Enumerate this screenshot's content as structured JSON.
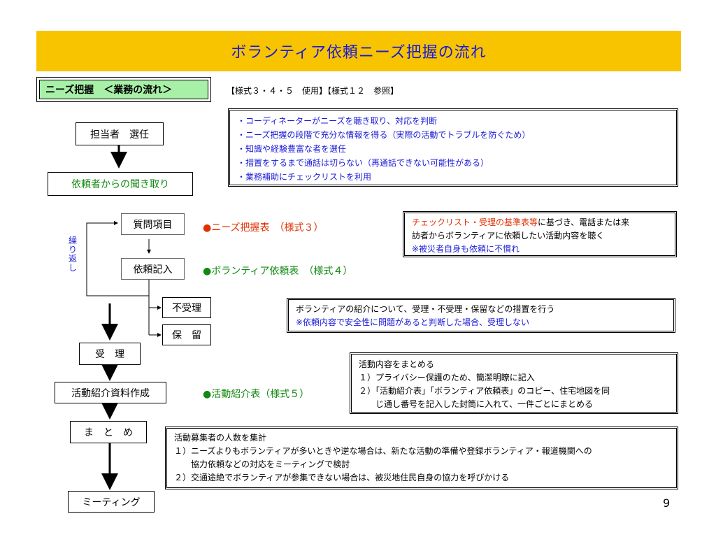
{
  "title": "ボランティア依頼ニーズ把握の流れ",
  "heading": "ニーズ把握　＜業務の流れ＞",
  "reference": "【様式３・４・５　使用】【様式１２　参照】",
  "flow": {
    "select": "担当者　選任",
    "interview": "依頼者からの聞き取り",
    "questions": "質問項目",
    "record": "依頼記入",
    "repeat": "繰り返し",
    "reject": "不受理",
    "hold": "保　留",
    "accept": "受　理",
    "create": "活動紹介資料作成",
    "summary": "ま　と　め",
    "meeting": "ミーティング"
  },
  "forms": {
    "needs": "●ニーズ把握表　（様式３）",
    "request": "●ボランティア依頼表　（様式４）",
    "intro": "●活動紹介表（様式５）"
  },
  "notes": {
    "coordinator": [
      "・コーディネーターがニーズを聴き取り、対応を判断",
      "・ニーズ把握の段階で充分な情報を得る（実際の活動でトラブルを防ぐため）",
      "・知識や経験豊富な者を選任",
      "・措置をするまで通話は切らない（再通話できない可能性がある）",
      "・業務補助にチェックリストを利用"
    ],
    "checklist_red": "チェックリスト・受理の基準表等",
    "checklist_rest1": "に基づき、電話または来",
    "checklist_rest2": "訪者からボランティアに依頼したい活動内容を聴く",
    "checklist_blue": "※被災者自身も依頼に不慣れ",
    "judge_line1": "ボランティアの紹介について、受理・不受理・保留などの措置を行う",
    "judge_line2": "※依頼内容で安全性に問題があると判断した場合、受理しない",
    "compile_title": "活動内容をまとめる",
    "compile_items": [
      "１）プライバシー保護のため、簡潔明瞭に記入",
      "２）「活動紹介表」「ボランティア依頼表」のコピー、住宅地図を同",
      "　　じ通し番号を記入した封筒に入れて、一件ごとにまとめる"
    ],
    "recruit_title": "活動募集者の人数を集計",
    "recruit_items": [
      "１）ニーズよりもボランティアが多いときや逆な場合は、新たな活動の準備や登録ボランティア・報道機関への",
      "　　協力依頼などの対応をミーティングで検討",
      "２）交通途絶でボランティアが参集できない場合は、被災地住民自身の協力を呼びかける"
    ]
  },
  "page_number": "9",
  "colors": {
    "title_bg": "#f8c400",
    "title_text": "#1a1ad6",
    "heading_bg": "#a8f0a8",
    "accent_red": "#e03000",
    "accent_green": "#118811",
    "accent_blue": "#1a1ad6"
  }
}
